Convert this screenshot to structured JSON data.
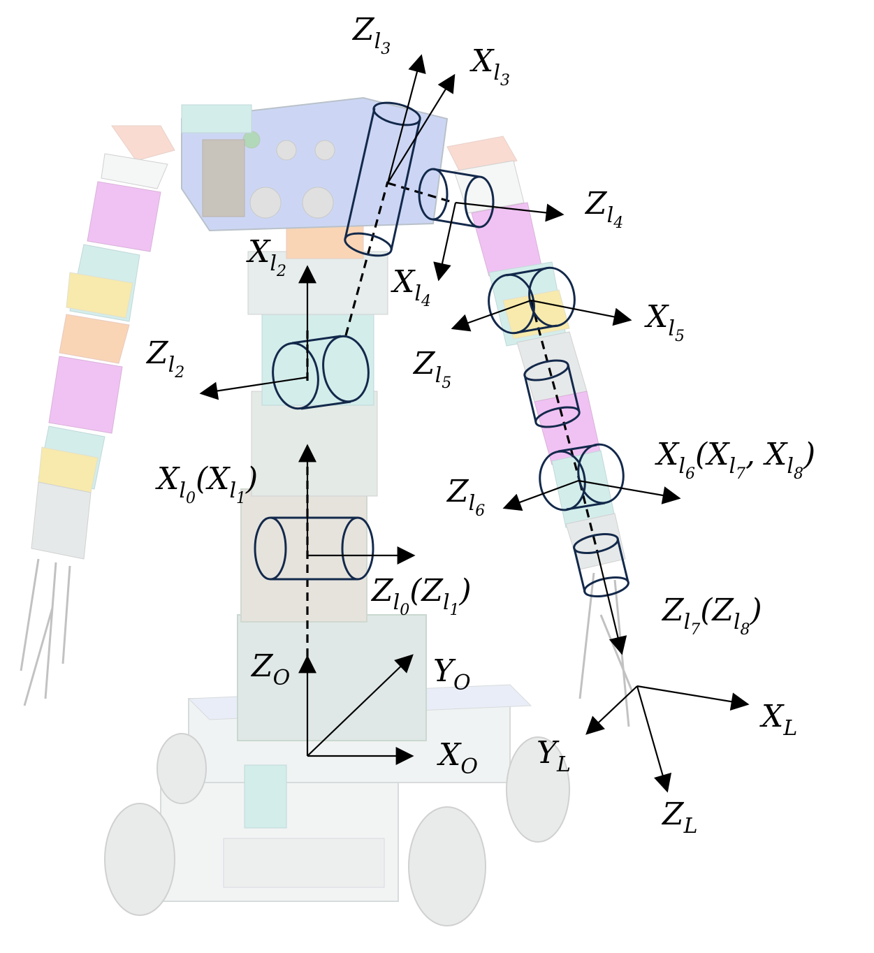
{
  "diagram": {
    "palette": {
      "joint_outline": "#13294b",
      "axis": "#000000",
      "robot_cyan": "#9fd8d4",
      "robot_magenta": "#e07ae6",
      "robot_yellow": "#efd24a",
      "robot_orange": "#f3a35c",
      "robot_gray": "#bfc6c7"
    },
    "labels": {
      "z_l3": {
        "main": "Z",
        "sub": "l",
        "subsub": "3"
      },
      "x_l3": {
        "main": "X",
        "sub": "l",
        "subsub": "3"
      },
      "z_l4": {
        "main": "Z",
        "sub": "l",
        "subsub": "4"
      },
      "x_l4": {
        "main": "X",
        "sub": "l",
        "subsub": "4"
      },
      "x_l2": {
        "main": "X",
        "sub": "l",
        "subsub": "2"
      },
      "x_l5": {
        "main": "X",
        "sub": "l",
        "subsub": "5"
      },
      "z_l5": {
        "main": "Z",
        "sub": "l",
        "subsub": "5"
      },
      "z_l2": {
        "main": "Z",
        "sub": "l",
        "subsub": "2"
      },
      "x_l6": {
        "text": "X_l6(X_l7, X_l8)"
      },
      "z_l6": {
        "main": "Z",
        "sub": "l",
        "subsub": "6"
      },
      "x_l0": {
        "text": "X_l0(X_l1)"
      },
      "z_l0": {
        "text": "Z_l0(Z_l1)"
      },
      "z_l7": {
        "text": "Z_l7(Z_l8)"
      },
      "z_o": {
        "main": "Z",
        "sub": "O"
      },
      "y_o": {
        "main": "Y",
        "sub": "O"
      },
      "x_o": {
        "main": "X",
        "sub": "O"
      },
      "y_l": {
        "main": "Y",
        "sub": "L"
      },
      "x_l": {
        "main": "X",
        "sub": "L"
      },
      "z_l": {
        "main": "Z",
        "sub": "L"
      }
    }
  }
}
